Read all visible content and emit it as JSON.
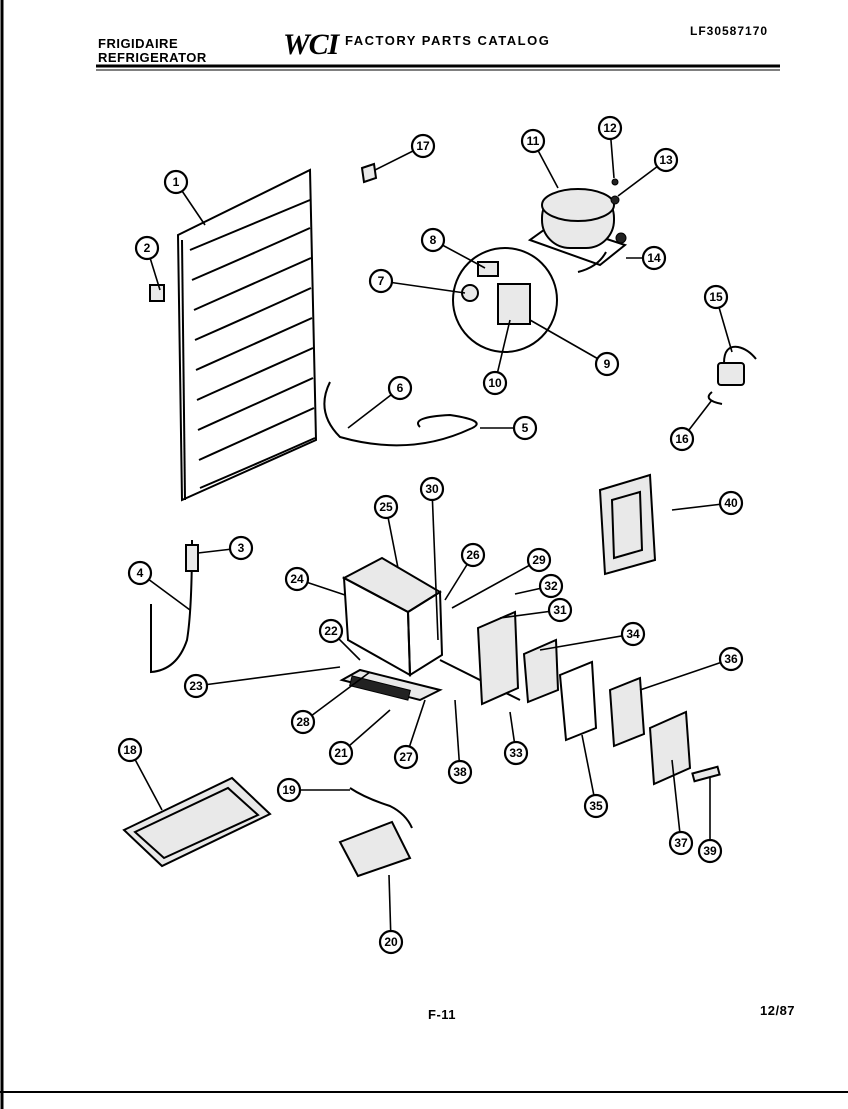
{
  "header": {
    "brand_line1": "FRIGIDAIRE",
    "brand_line2": "REFRIGERATOR",
    "logo": "WCI",
    "catalog_title": "FACTORY PARTS CATALOG",
    "model_number": "LF30587170"
  },
  "footer": {
    "page_number": "F-11",
    "date": "12/87"
  },
  "diagram": {
    "part_numbers": [
      "1",
      "2",
      "3",
      "4",
      "5",
      "6",
      "7",
      "8",
      "9",
      "10",
      "11",
      "12",
      "13",
      "14",
      "15",
      "16",
      "17",
      "18",
      "19",
      "20",
      "21",
      "22",
      "23",
      "24",
      "25",
      "26",
      "27",
      "28",
      "29",
      "30",
      "31",
      "32",
      "33",
      "34",
      "35",
      "36",
      "37",
      "38",
      "39",
      "40"
    ]
  }
}
